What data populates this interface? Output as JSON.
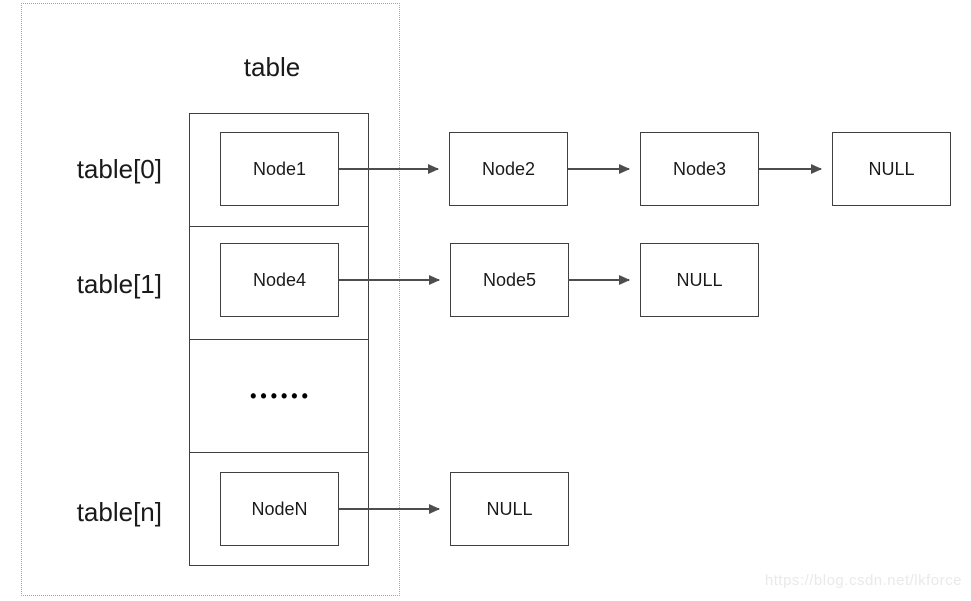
{
  "diagram_title": "table",
  "array": {
    "cells": [
      {
        "label": "table[0]",
        "node": "Node1"
      },
      {
        "label": "table[1]",
        "node": "Node4"
      },
      {
        "label": "",
        "node": "••••••"
      },
      {
        "label": "table[n]",
        "node": "NodeN"
      }
    ]
  },
  "chains": {
    "row0": [
      "Node2",
      "Node3",
      "NULL"
    ],
    "row1": [
      "Node5",
      "NULL"
    ],
    "row3": [
      "NULL"
    ]
  },
  "watermark": "https://blog.csdn.net/lkforce",
  "colors": {
    "box-border": "#404040",
    "arrow": "#4d4d4d",
    "dotted-border": "#a6a6a6",
    "text": "#1a1a1a",
    "watermark": "#e9e9e9"
  }
}
